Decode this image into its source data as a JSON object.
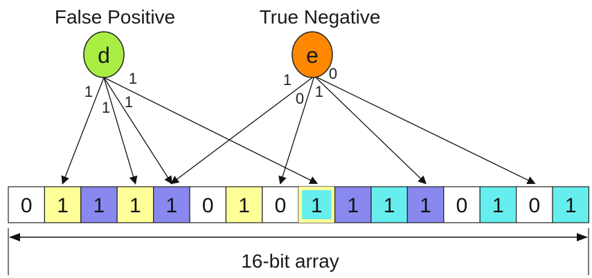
{
  "nodes": [
    {
      "id": "d",
      "letter": "d",
      "caption": "False Positive",
      "fill": "#aaee44"
    },
    {
      "id": "e",
      "letter": "e",
      "caption": "True Negative",
      "fill": "#ff8800"
    }
  ],
  "bits": [
    {
      "value": "0",
      "fill": "#ffffff"
    },
    {
      "value": "1",
      "fill": "#ffff99"
    },
    {
      "value": "1",
      "fill": "#8888ee"
    },
    {
      "value": "1",
      "fill": "#ffff99"
    },
    {
      "value": "1",
      "fill": "#8888ee"
    },
    {
      "value": "0",
      "fill": "#ffffff"
    },
    {
      "value": "1",
      "fill": "#ffff99"
    },
    {
      "value": "0",
      "fill": "#ffffff"
    },
    {
      "value": "1",
      "fill": "#66eeee",
      "outline": "#ffff99"
    },
    {
      "value": "1",
      "fill": "#8888ee"
    },
    {
      "value": "1",
      "fill": "#66eeee"
    },
    {
      "value": "1",
      "fill": "#8888ee"
    },
    {
      "value": "0",
      "fill": "#ffffff"
    },
    {
      "value": "1",
      "fill": "#66eeee"
    },
    {
      "value": "0",
      "fill": "#ffffff"
    },
    {
      "value": "1",
      "fill": "#66eeee"
    }
  ],
  "edges": [
    {
      "from": "d",
      "to_cell": 1,
      "label": "1"
    },
    {
      "from": "d",
      "to_cell": 3,
      "label": "1"
    },
    {
      "from": "d",
      "to_cell": 4,
      "label": "1"
    },
    {
      "from": "d",
      "to_cell": 8,
      "label": "1"
    },
    {
      "from": "e",
      "to_cell": 4,
      "label": "1"
    },
    {
      "from": "e",
      "to_cell": 7,
      "label": "0"
    },
    {
      "from": "e",
      "to_cell": 11,
      "label": "1"
    },
    {
      "from": "e",
      "to_cell": 14,
      "label": "0"
    }
  ],
  "array_label": "16-bit array"
}
